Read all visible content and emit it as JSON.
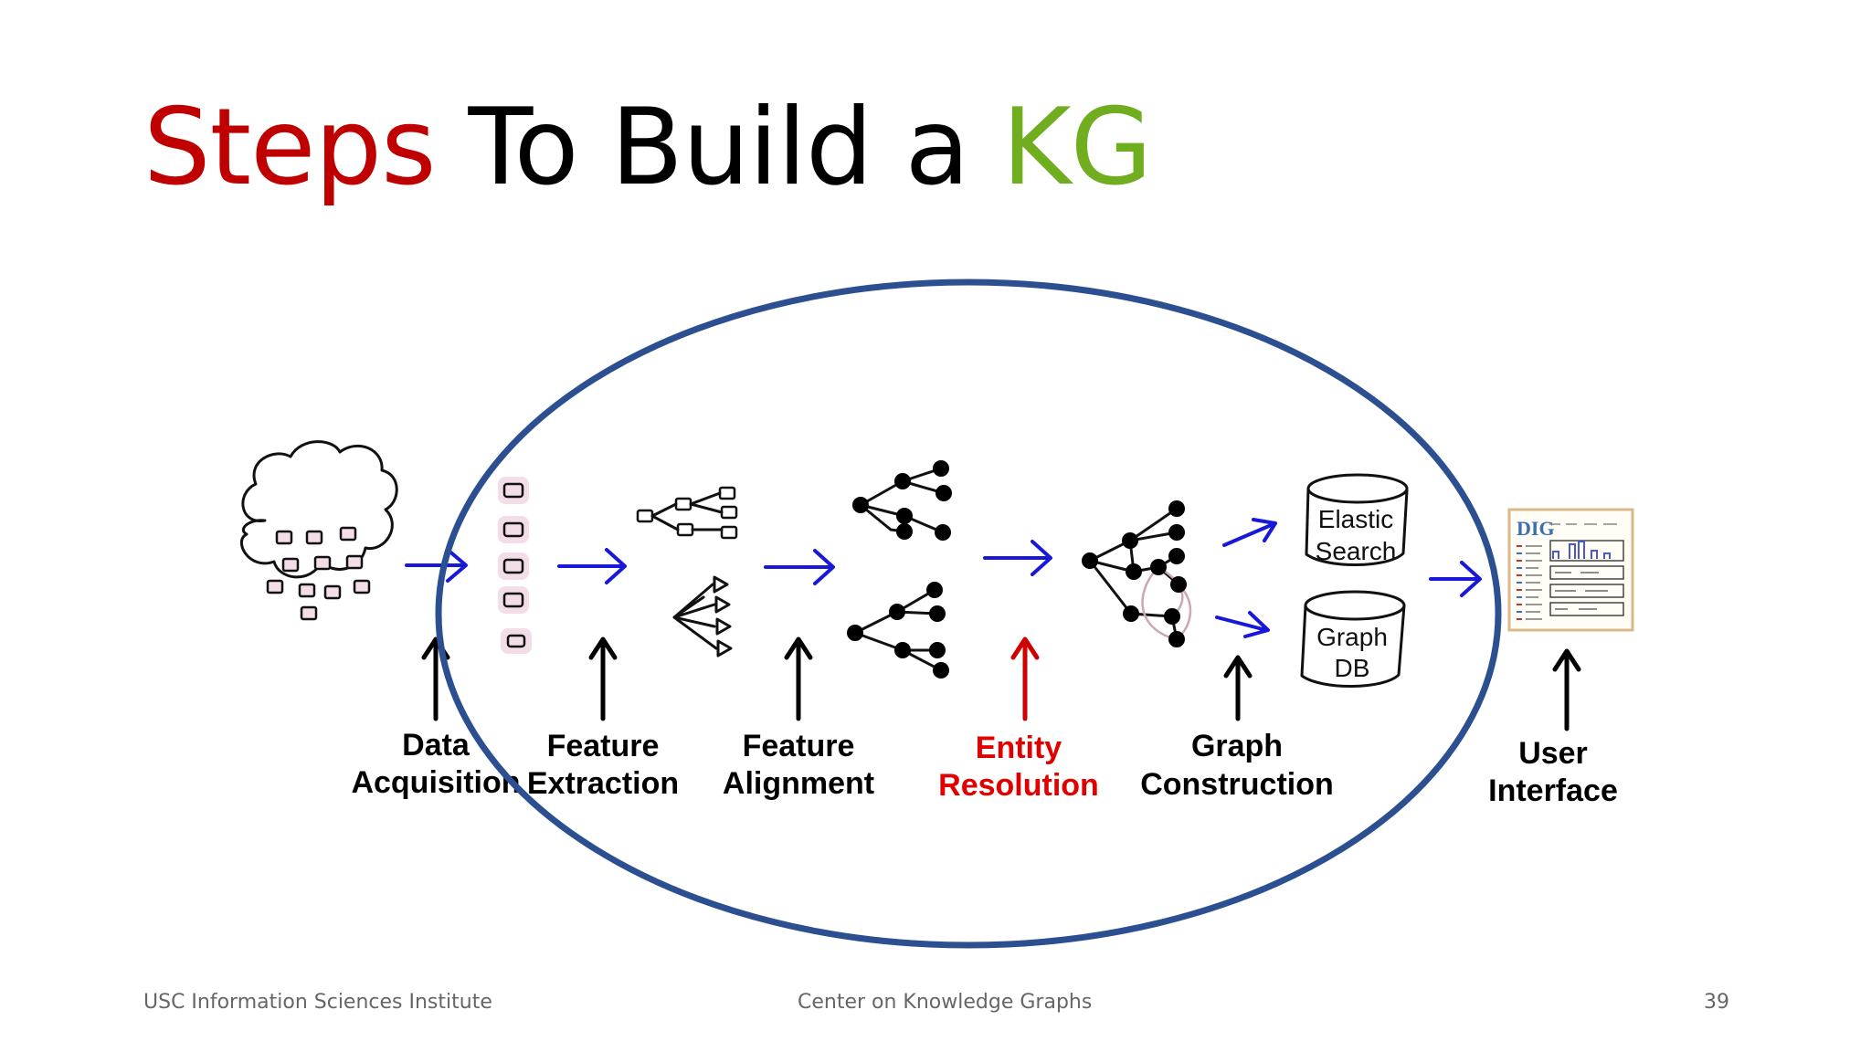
{
  "title": {
    "part1": "Steps",
    "part2": "To Build a",
    "part3": "KG"
  },
  "stages": [
    {
      "line1": "Data",
      "line2": "Acquisition",
      "highlight": false
    },
    {
      "line1": "Feature",
      "line2": "Extraction",
      "highlight": false
    },
    {
      "line1": "Feature",
      "line2": "Alignment",
      "highlight": false
    },
    {
      "line1": "Entity",
      "line2": "Resolution",
      "highlight": true
    },
    {
      "line1": "Graph",
      "line2": "Construction",
      "highlight": false
    },
    {
      "line1": "User",
      "line2": "Interface",
      "highlight": false
    }
  ],
  "stores": [
    {
      "line1": "Elastic",
      "line2": "Search"
    },
    {
      "line1": "Graph",
      "line2": "DB"
    }
  ],
  "ui_logo": "DIG",
  "footer": {
    "left": "USC Information Sciences Institute",
    "center": "Center on Knowledge Graphs",
    "page_number": "39"
  },
  "colors": {
    "title_red": "#c00000",
    "title_black": "#000000",
    "title_green": "#70ad1f",
    "ellipse": "#2b4f91",
    "flow_arrow": "#1818d8",
    "highlight_red": "#e00000",
    "footer_text": "#666666"
  }
}
